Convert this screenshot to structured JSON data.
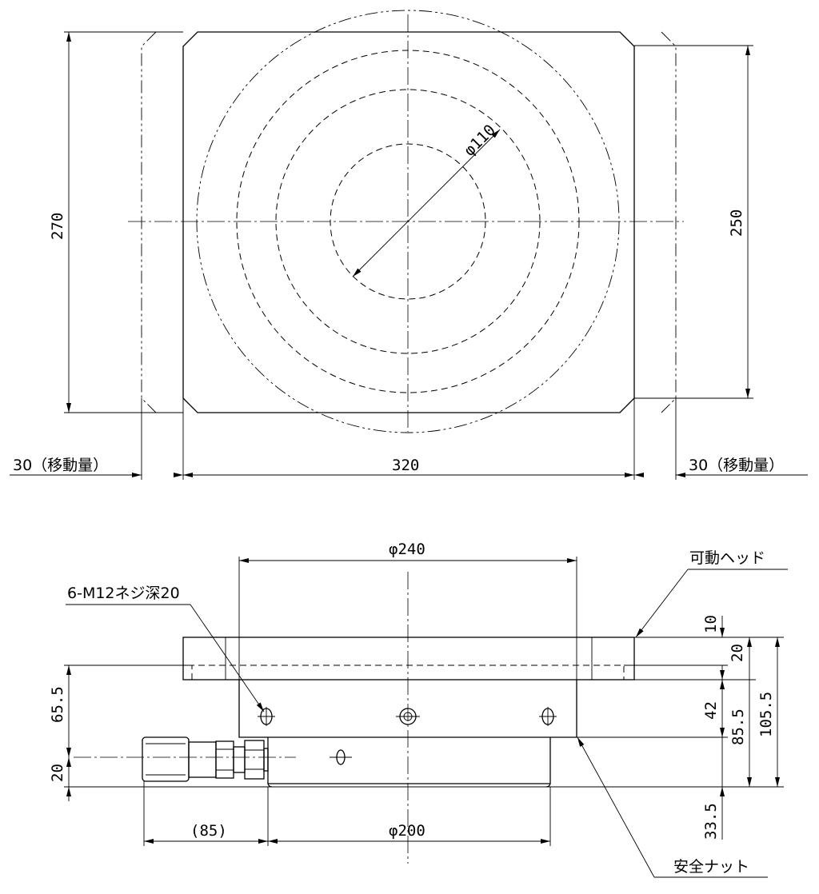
{
  "top_view": {
    "dim_height_outer": "270",
    "dim_height_inner": "250",
    "dim_width": "320",
    "dim_travel_left": "30（移動量）",
    "dim_travel_right": "30（移動量）",
    "dim_diameter_small": "φ110"
  },
  "side_view": {
    "dim_diameter_top": "φ240",
    "dim_diameter_bottom": "φ200",
    "dim_connector": "(85)",
    "dim_left_upper": "65.5",
    "dim_left_lower": "20",
    "dim_right_10": "10",
    "dim_right_20": "20",
    "dim_right_42": "42",
    "dim_right_85_5": "85.5",
    "dim_right_105_5": "105.5",
    "dim_right_33_5": "33.5",
    "label_movable_head": "可動ヘッド",
    "label_screw": "6-M12ネジ深20",
    "label_safety_nut": "安全ナット"
  }
}
